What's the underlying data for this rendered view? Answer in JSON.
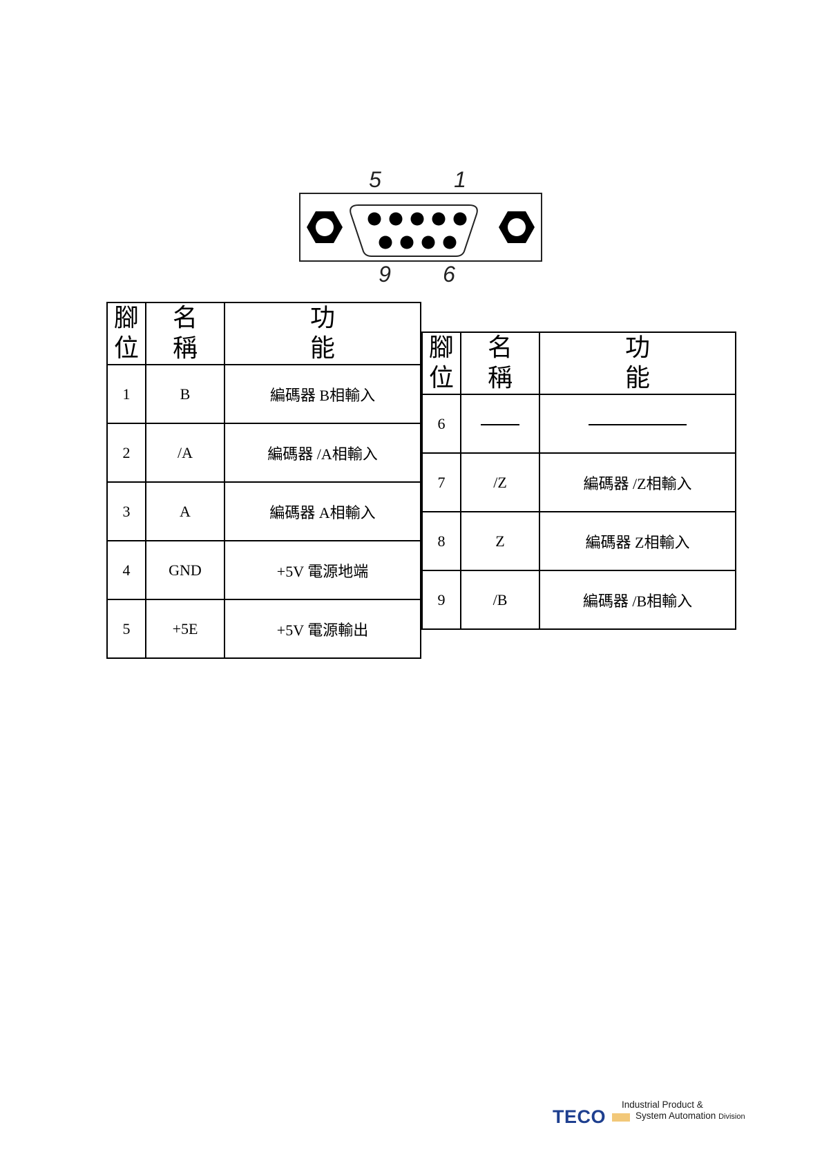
{
  "connector": {
    "top_labels": [
      "5",
      "1"
    ],
    "bottom_labels": [
      "9",
      "6"
    ]
  },
  "table_left": {
    "headers": [
      "腳\n位",
      "名\n稱",
      "功\n能"
    ],
    "rows": [
      {
        "pin": "1",
        "name": "B",
        "function": "編碼器 B相輸入"
      },
      {
        "pin": "2",
        "name": "/A",
        "function": "編碼器 /A相輸入"
      },
      {
        "pin": "3",
        "name": "A",
        "function": "編碼器 A相輸入"
      },
      {
        "pin": "4",
        "name": "GND",
        "function": "+5V 電源地端"
      },
      {
        "pin": "5",
        "name": "+5E",
        "function": "+5V 電源輸出"
      }
    ]
  },
  "table_right": {
    "headers": [
      "腳\n位",
      "名\n稱",
      "功\n能"
    ],
    "rows": [
      {
        "pin": "6",
        "name": "",
        "function": ""
      },
      {
        "pin": "7",
        "name": "/Z",
        "function": "編碼器 /Z相輸入"
      },
      {
        "pin": "8",
        "name": "Z",
        "function": "編碼器 Z相輸入"
      },
      {
        "pin": "9",
        "name": "/B",
        "function": "編碼器 /B相輸入"
      }
    ]
  },
  "footer": {
    "brand": "TECO",
    "line1": "Industrial Product &",
    "line2": "System Automation",
    "line2_suffix": "Division",
    "brand_color": "#1e3f8f",
    "accent_color": "#f2c879"
  }
}
